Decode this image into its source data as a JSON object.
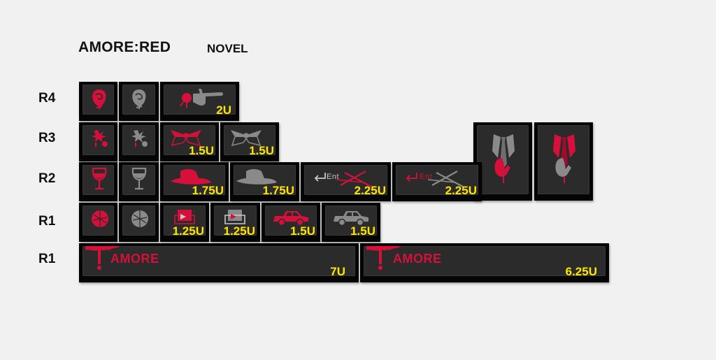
{
  "title": "AMORE:RED",
  "subtitle": "NOVEL",
  "rows": [
    "R4",
    "R3",
    "R2",
    "R1",
    "R1"
  ],
  "accent_red": "#d5103a",
  "accent_grey": "#8a8a8a",
  "size_color": "#ffe600",
  "keys": {
    "r4_rose_red": {
      "icon": "rose-icon"
    },
    "r4_rose_grey": {
      "icon": "rose-icon"
    },
    "r4_gun": {
      "icon": "finger-gun-rose-icon",
      "size": "2U"
    },
    "r3_splat_red": {
      "icon": "splatter-icon"
    },
    "r3_splat_grey": {
      "icon": "splatter-icon"
    },
    "r3_bowtie_red": {
      "icon": "bowtie-icon",
      "size": "1.5U"
    },
    "r3_bowtie_grey": {
      "icon": "bowtie-icon",
      "size": "1.5U"
    },
    "r2_wine_red": {
      "icon": "wine-glass-icon"
    },
    "r2_wine_grey": {
      "icon": "wine-glass-icon"
    },
    "r2_hat_red": {
      "icon": "fedora-icon",
      "size": "1.75U"
    },
    "r2_hat_grey": {
      "icon": "fedora-icon",
      "size": "1.75U"
    },
    "r2_ent_1": {
      "icon": "enter-knife-icon",
      "label": "Ent",
      "size": "2.25U"
    },
    "r2_ent_2": {
      "icon": "enter-knife-icon",
      "label": "Ent",
      "size": "2.25U"
    },
    "iso_enter_1": {
      "icon": "suit-tie-hand-icon"
    },
    "iso_enter_2": {
      "icon": "suit-tie-hand-icon"
    },
    "r1_orange_red": {
      "icon": "orange-slice-icon"
    },
    "r1_orange_grey": {
      "icon": "orange-slice-icon"
    },
    "r1_piano_red": {
      "icon": "piano-icon",
      "size": "1.25U"
    },
    "r1_piano_grey": {
      "icon": "piano-icon",
      "size": "1.25U"
    },
    "r1_car_red": {
      "icon": "car-icon",
      "size": "1.5U"
    },
    "r1_car_grey": {
      "icon": "car-icon",
      "size": "1.5U"
    },
    "space_7u": {
      "icon": "blood-drip-icon",
      "label": "AMORE",
      "size": "7U"
    },
    "space_625u": {
      "icon": "blood-drip-icon",
      "label": "AMORE",
      "size": "6.25U"
    }
  }
}
